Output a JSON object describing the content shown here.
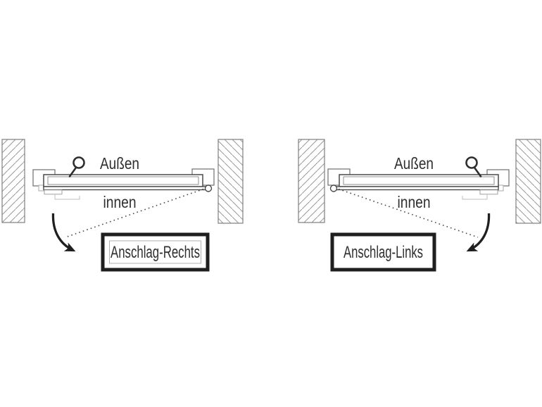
{
  "image": {
    "background": "#ffffff",
    "description": "Top-view technical diagram of door hinge orientation: right-hinged vs left-hinged door"
  },
  "colors": {
    "linework": "#4a4a4a",
    "light_line": "#a0a0a0",
    "hatch": "#9a9a9a",
    "wall_outline": "#7f7f7f",
    "emphasis": "#1f1f1f",
    "text": "#2f2f2f"
  },
  "diagrams": [
    {
      "caption": "Anschlag-Rechts",
      "outside_label": "Außen",
      "inside_label": "innen",
      "hinge_side": "right",
      "handle_side": "left"
    },
    {
      "caption": "Anschlag-Links",
      "outside_label": "Außen",
      "inside_label": "innen",
      "hinge_side": "left",
      "handle_side": "right"
    }
  ]
}
